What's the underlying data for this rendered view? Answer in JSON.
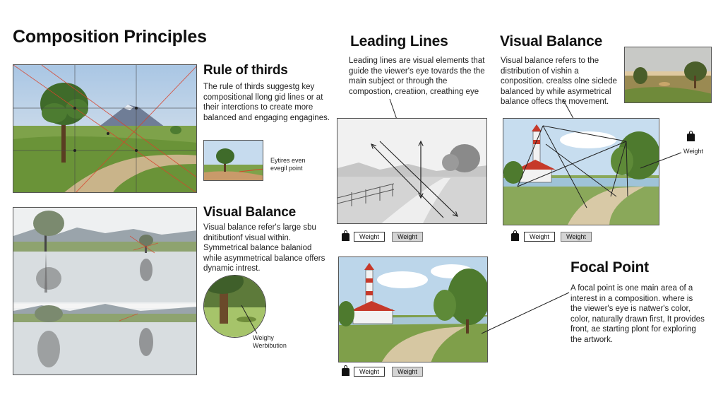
{
  "title": "Composition Principles",
  "rule_of_thirds": {
    "heading": "Rule of thirds",
    "body": "The rule of thirds suggestg key compositional llong gid lines or at their interctions to create more balanced and engaging engagines.",
    "thumb_caption": "Eytires even evegil point"
  },
  "visual_balance_left": {
    "heading": "Visual Balance",
    "body": "Visual balance refer's large sbu dnitibutionf visual within. Symmetrical balance balaniod while asymmetrical balance offers dynamic intrest.",
    "circle_caption": "Weighy Werbibution"
  },
  "leading_lines": {
    "heading": "Leading Lines",
    "body": "Leading lines are visual elements that guide the viewer's eye tovards the the main subject or through the compostion, creatiion, creathing eye",
    "chip_1": "Weight",
    "chip_2": "Weight"
  },
  "visual_balance_right": {
    "heading": "Visual Balance",
    "body": "Visual balance refers to the distribution of vishin a conposition. crealss olne siclede balanced by while asyrmetrical balance offecs the movement.",
    "weight_label": "Weight",
    "chip_1": "Weight",
    "chip_2": "Weight"
  },
  "focal_point": {
    "heading": "Focal Point",
    "body": "A focal point is one main area of a interest in a composition. where is the viewer's eye is natwer's color, color, naturally drawn first, It provides front, ae starting plont for exploring the artwork.",
    "chip_1": "Weight",
    "chip_2": "Weight"
  },
  "colors": {
    "guide_red": "#d9432b",
    "arrow": "#222222",
    "grass": "#6f9a3c",
    "sky": "#b9d3ea"
  }
}
